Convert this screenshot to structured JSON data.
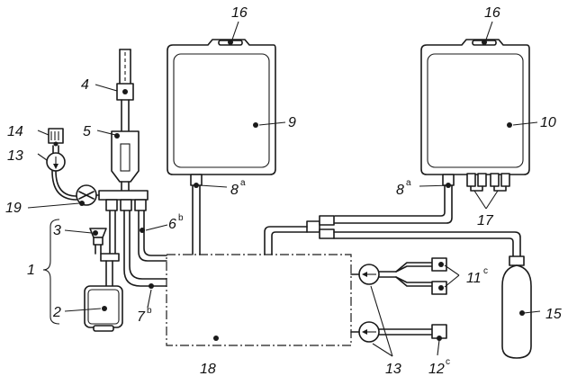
{
  "labels": {
    "l1": "1",
    "l2": "2",
    "l3": "3",
    "l4": "4",
    "l5": "5",
    "l6": "6",
    "l6_sup": "b",
    "l7": "7",
    "l7_sup": "b",
    "l8a": "8",
    "l8a_sup": "a",
    "l8b": "8",
    "l8b_sup": "a",
    "l9": "9",
    "l10": "10",
    "l11": "11",
    "l11_sup": "c",
    "l12": "12",
    "l12_sup": "c",
    "l13a": "13",
    "l13b": "13",
    "l14": "14",
    "l15": "15",
    "l16a": "16",
    "l16b": "16",
    "l17": "17",
    "l18": "18",
    "l19": "19"
  }
}
